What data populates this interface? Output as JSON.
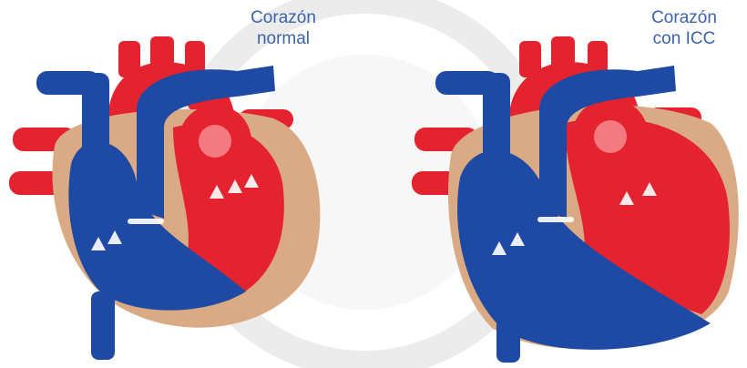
{
  "labels": {
    "normal_line1": "Corazón",
    "normal_line2": "normal",
    "icc_line1": "Corazón",
    "icc_line2": "con ICC"
  },
  "colors": {
    "blue": "#1f4aa3",
    "red": "#e4232f",
    "tan": "#d9aa84",
    "label": "#3c63a8"
  }
}
